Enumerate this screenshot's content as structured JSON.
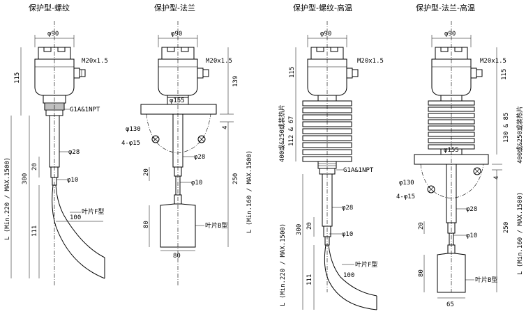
{
  "titles": [
    "保护型-螺纹",
    "保护型-法兰",
    "保护型-螺纹-高温",
    "保护型-法兰-高温"
  ],
  "labels": {
    "d90": "φ90",
    "m20": "M20x1.5",
    "g1a": "G1A&1NPT",
    "d28": "φ28",
    "d10": "φ10",
    "d155": "φ155",
    "d130": "φ130",
    "holes": "4-φ15",
    "n115": "115",
    "n139": "139",
    "n300": "300",
    "n250": "250",
    "n20": "20",
    "n111": "111",
    "n100": "100",
    "n80": "80",
    "n65": "65",
    "n4": "4",
    "lmin220": "L (Min.220 / MAX.1500)",
    "lmin160": "L (Min.160 / MAX.1500)",
    "bladeF": "叶片F型",
    "bladeB": "叶片B型",
    "fin400_3": "400或&250或装热片",
    "fin112": "112 & 67",
    "fin130": "130 & 85",
    "fin400_4": "400或&250或装热片"
  }
}
